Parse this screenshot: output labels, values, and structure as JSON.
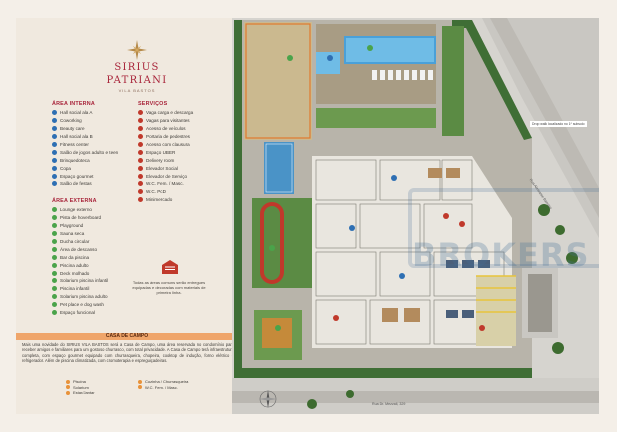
{
  "logo": {
    "brand_line1": "SIRIUS",
    "brand_line2": "PATRIANI",
    "subtitle": "VILA BASTOS"
  },
  "area_interna": {
    "title": "ÁREA INTERNA",
    "items": [
      "Hall social ala A",
      "Coworking",
      "Beauty care",
      "Hall social ala B",
      "Fitness center",
      "Salão de jogos adulto e teen",
      "Brinquedoteca",
      "Copa",
      "Espaço gourmet",
      "Salão de festas"
    ]
  },
  "servicos": {
    "title": "SERVIÇOS",
    "items": [
      "Vaga carga e descarga",
      "Vagas para visitantes",
      "Acesso de veículos",
      "Portaria de pedestres",
      "Acesso com clausura",
      "Espaço UBER",
      "Delivery room",
      "Elevador Social",
      "Elevador de Serviço",
      "W.C. Fem. / Masc.",
      "W.C. PcD",
      "Minimercado"
    ]
  },
  "area_externa": {
    "title": "ÁREA EXTERNA",
    "items": [
      "Lounge externo",
      "Pista de hoverboard",
      "Playground",
      "Sauna seca",
      "Ducha circular",
      "Área de descanso",
      "Bar da piscina",
      "Piscina adulto",
      "Deck molhado",
      "Solarium piscina infantil",
      "Piscina infantil",
      "Solarium piscina adulto",
      "Pet place e dog wash",
      "Espaço funcional"
    ]
  },
  "note": "Todas as áreas comuns serão entregues equipadas e decoradas com materiais de primeira linha.",
  "casa_de_campo": {
    "title": "CASA DE CAMPO",
    "text": "Mais uma novidade do SIRIUS VILA BASTOS será a Casa de Campo, uma área reservada no condomínio para receber amigos e familiares para um gostoso churrasco, com total privacidade. A Casa de Campo terá infraestrutura completa, com espaço gourmet equipado com churrasqueira, chopeira, cooktop de indução, forno elétrico e refrigerador. Além de piscina climatizada, com cromoterapia e espreguiçadeiras.",
    "legend_left": [
      "Piscina",
      "Solarium",
      "Estar/Jantar"
    ],
    "legend_right": [
      "Cozinha / Churrasqueira",
      "W.C. Fem. / Masc."
    ]
  },
  "map": {
    "street_bottom": "Rua Dr. Mezzali, 329",
    "street_right": "Rua Almirante Barroso",
    "label_box": "Drop walk localizado no 1º subsolo",
    "watermark": "BROKERS"
  },
  "colors": {
    "accent": "#a8243a",
    "interna": "#2e6fb3",
    "servicos": "#c0392b",
    "externa": "#4aa34a",
    "casa": "#efa56a"
  }
}
